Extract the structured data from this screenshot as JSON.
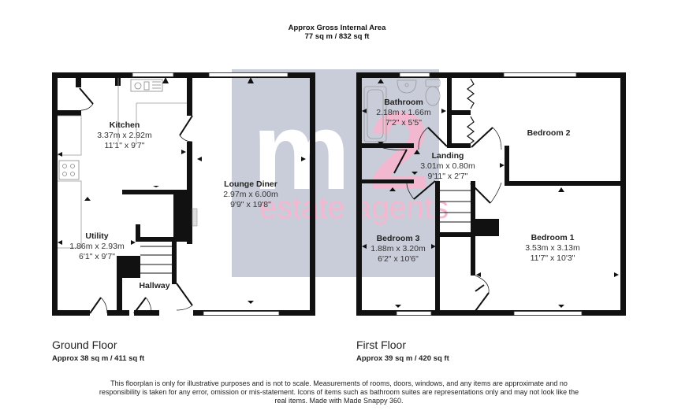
{
  "header": {
    "title": "Approx Gross Internal Area",
    "area": "77 sq m / 832 sq ft"
  },
  "watermark": {
    "logo": "m2",
    "tagline": "estate agents",
    "bg_color": "#c9cdd9",
    "accent_color": "#f2b8cf"
  },
  "floors": [
    {
      "name": "Ground Floor",
      "area": "Approx 38 sq m / 411 sq ft",
      "rooms": [
        {
          "name": "Kitchen",
          "metric": "3.37m x 2.92m",
          "imperial": "11'1\" x 9'7\""
        },
        {
          "name": "Lounge Diner",
          "metric": "2.97m x 6.00m",
          "imperial": "9'9\" x 19'8\""
        },
        {
          "name": "Utility",
          "metric": "1.86m x 2.93m",
          "imperial": "6'1\" x 9'7\""
        },
        {
          "name": "Hallway",
          "metric": "",
          "imperial": ""
        }
      ]
    },
    {
      "name": "First Floor",
      "area": "Approx 39 sq m / 420 sq ft",
      "rooms": [
        {
          "name": "Bathroom",
          "metric": "2.18m x 1.66m",
          "imperial": "7'2\" x 5'5\""
        },
        {
          "name": "Bedroom 2",
          "metric": "",
          "imperial": ""
        },
        {
          "name": "Landing",
          "metric": "3.01m x 0.80m",
          "imperial": "9'11\" x 2'7\""
        },
        {
          "name": "Bedroom 3",
          "metric": "1.88m x 3.20m",
          "imperial": "6'2\" x 10'6\""
        },
        {
          "name": "Bedroom 1",
          "metric": "3.53m x 3.13m",
          "imperial": "11'7\" x 10'3\""
        }
      ]
    }
  ],
  "disclaimer": "This floorplan is only for illustrative purposes and is not to scale. Measurements of rooms, doors, windows, and any items are approximate and no responsibility is taken for any error, omission or mis-statement. Icons of items such as bathroom suites are representations only and may not look like the real items. Made with Made Snappy 360."
}
